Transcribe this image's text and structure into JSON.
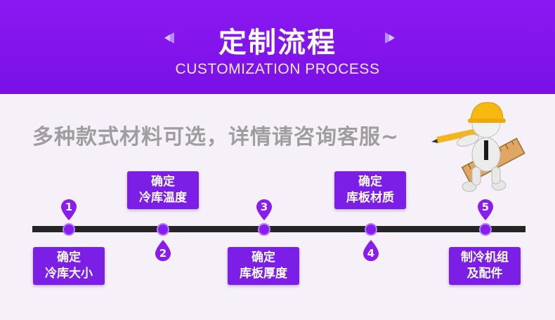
{
  "header": {
    "title": "定制流程",
    "subtitle": "CUSTOMIZATION PROCESS",
    "bg_color": "#8b18f2"
  },
  "tagline": "多种款式材料可选，详情请咨询客服~",
  "steps": [
    {
      "number": "1",
      "line1": "确定",
      "line2": "冷库大小"
    },
    {
      "number": "2",
      "line1": "确定",
      "line2": "冷库温度"
    },
    {
      "number": "3",
      "line1": "确定",
      "line2": "库板厚度"
    },
    {
      "number": "4",
      "line1": "确定",
      "line2": "库板材质"
    },
    {
      "number": "5",
      "line1": "制冷机组",
      "line2": "及配件"
    }
  ],
  "colors": {
    "accent": "#7b1fe6",
    "timeline": "#252525",
    "tagline": "#9e9e9e"
  },
  "icons": {
    "decor_left": "left-triangle-icon",
    "decor_right": "right-triangle-icon",
    "worker": "worker-with-ruler-icon"
  }
}
